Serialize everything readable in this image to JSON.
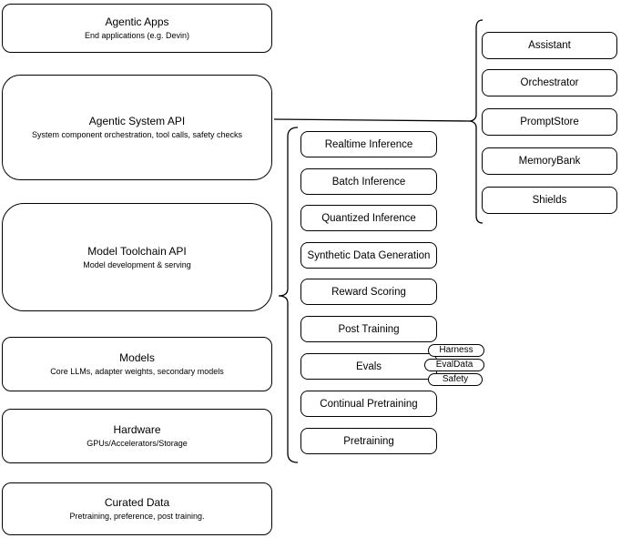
{
  "diagram": {
    "left_stack": [
      {
        "title": "Agentic Apps",
        "subtitle": "End applications (e.g. Devin)"
      },
      {
        "title": "Agentic System API",
        "subtitle": "System component orchestration, tool calls, safety checks"
      },
      {
        "title": "Model Toolchain API",
        "subtitle": "Model development & serving"
      },
      {
        "title": "Models",
        "subtitle": "Core LLMs, adapter weights, secondary models"
      },
      {
        "title": "Hardware",
        "subtitle": "GPUs/Accelerators/Storage"
      },
      {
        "title": "Curated Data",
        "subtitle": "Pretraining, preference, post training."
      }
    ],
    "toolchain_group": [
      "Realtime Inference",
      "Batch Inference",
      "Quantized Inference",
      "Synthetic Data Generation",
      "Reward Scoring",
      "Post Training",
      "Evals",
      "Continual Pretraining",
      "Pretraining"
    ],
    "evals_tags": [
      "Harness",
      "EvalData",
      "Safety"
    ],
    "system_group": [
      "Assistant",
      "Orchestrator",
      "PromptStore",
      "MemoryBank",
      "Shields"
    ],
    "colors": {
      "stroke": "#000000",
      "fill": "#ffffff",
      "background": "#ffffff"
    }
  }
}
